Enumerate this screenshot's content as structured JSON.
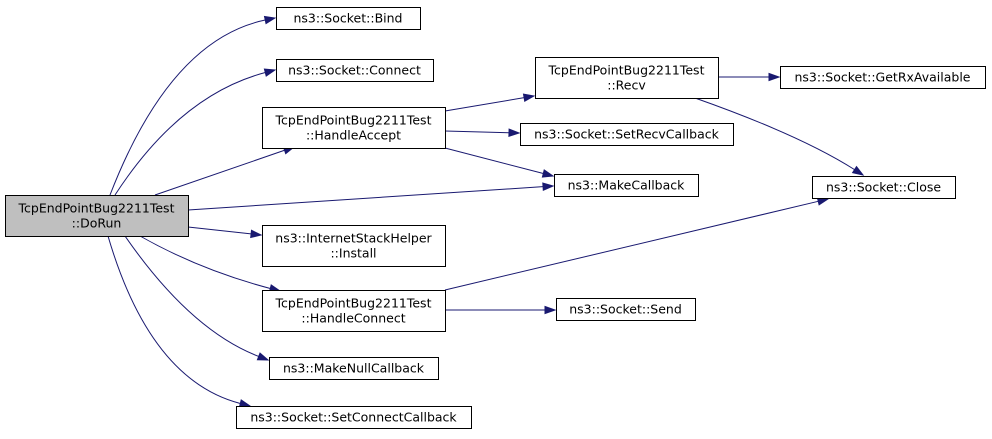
{
  "nodes": [
    {
      "id": "dorun",
      "lines": [
        "TcpEndPointBug2211Test",
        "::DoRun"
      ],
      "root": true
    },
    {
      "id": "bind",
      "lines": [
        "ns3::Socket::Bind"
      ]
    },
    {
      "id": "connect",
      "lines": [
        "ns3::Socket::Connect"
      ]
    },
    {
      "id": "handleaccept",
      "lines": [
        "TcpEndPointBug2211Test",
        "::HandleAccept"
      ]
    },
    {
      "id": "internetstack",
      "lines": [
        "ns3::InternetStackHelper",
        "::Install"
      ]
    },
    {
      "id": "handleconnect",
      "lines": [
        "TcpEndPointBug2211Test",
        "::HandleConnect"
      ]
    },
    {
      "id": "makenullcallback",
      "lines": [
        "ns3::MakeNullCallback"
      ]
    },
    {
      "id": "setconnectcallback",
      "lines": [
        "ns3::Socket::SetConnectCallback"
      ]
    },
    {
      "id": "recv",
      "lines": [
        "TcpEndPointBug2211Test",
        "::Recv"
      ]
    },
    {
      "id": "setrecvcallback",
      "lines": [
        "ns3::Socket::SetRecvCallback"
      ]
    },
    {
      "id": "makecallback",
      "lines": [
        "ns3::MakeCallback"
      ]
    },
    {
      "id": "send",
      "lines": [
        "ns3::Socket::Send"
      ]
    },
    {
      "id": "getrxavailable",
      "lines": [
        "ns3::Socket::GetRxAvailable"
      ]
    },
    {
      "id": "close",
      "lines": [
        "ns3::Socket::Close"
      ]
    }
  ],
  "edges": [
    {
      "from": "dorun",
      "to": "bind"
    },
    {
      "from": "dorun",
      "to": "connect"
    },
    {
      "from": "dorun",
      "to": "handleaccept"
    },
    {
      "from": "dorun",
      "to": "makecallback"
    },
    {
      "from": "dorun",
      "to": "internetstack"
    },
    {
      "from": "dorun",
      "to": "handleconnect"
    },
    {
      "from": "dorun",
      "to": "makenullcallback"
    },
    {
      "from": "dorun",
      "to": "setconnectcallback"
    },
    {
      "from": "handleaccept",
      "to": "recv"
    },
    {
      "from": "handleaccept",
      "to": "setrecvcallback"
    },
    {
      "from": "handleaccept",
      "to": "makecallback"
    },
    {
      "from": "recv",
      "to": "getrxavailable"
    },
    {
      "from": "recv",
      "to": "close"
    },
    {
      "from": "handleconnect",
      "to": "close"
    },
    {
      "from": "handleconnect",
      "to": "send"
    }
  ]
}
